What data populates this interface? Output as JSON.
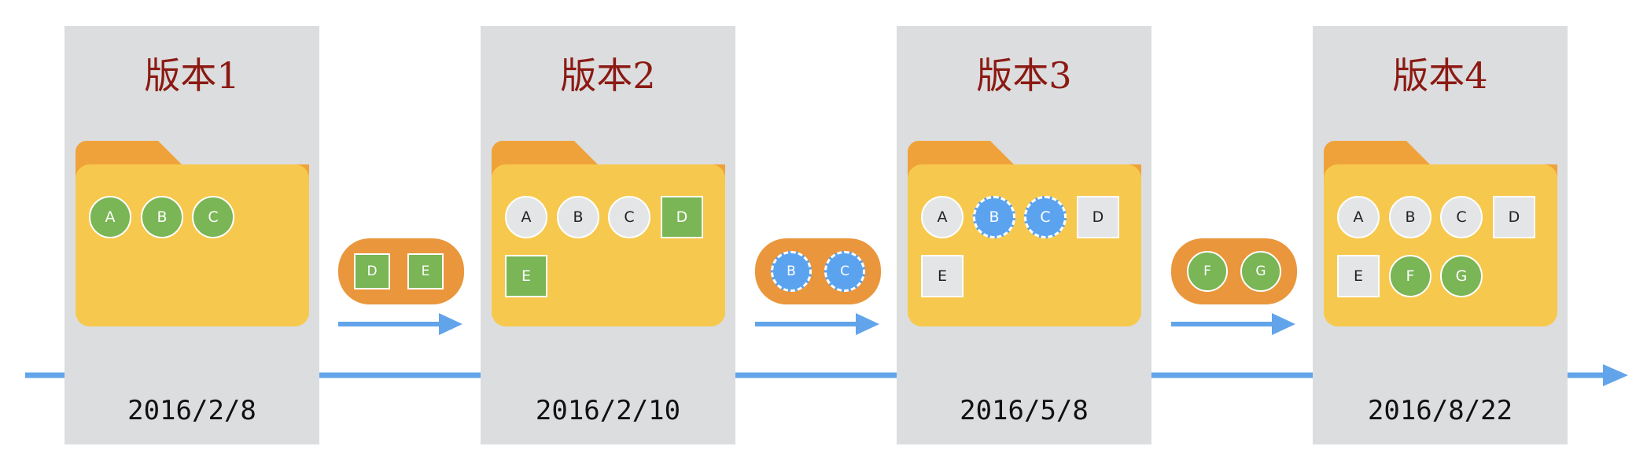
{
  "colors": {
    "column": "#dcdddf",
    "title": "#8b1a12",
    "folder_tab": "#f0a23a",
    "folder_body": "#f6c94e",
    "bubble": "#ea963c",
    "green": "#7ab556",
    "gray": "#e4e5e7",
    "blue": "#5ba3ee",
    "arrow": "#62a4ea"
  },
  "versions": [
    {
      "title": "版本1",
      "date": "2016/2/8",
      "items": [
        {
          "label": "A",
          "shape": "circle",
          "color": "green"
        },
        {
          "label": "B",
          "shape": "circle",
          "color": "green"
        },
        {
          "label": "C",
          "shape": "circle",
          "color": "green"
        }
      ]
    },
    {
      "title": "版本2",
      "date": "2016/2/10",
      "items": [
        {
          "label": "A",
          "shape": "circle",
          "color": "gray"
        },
        {
          "label": "B",
          "shape": "circle",
          "color": "gray"
        },
        {
          "label": "C",
          "shape": "circle",
          "color": "gray"
        },
        {
          "label": "D",
          "shape": "square",
          "color": "green"
        },
        {
          "label": "E",
          "shape": "square",
          "color": "green"
        }
      ]
    },
    {
      "title": "版本3",
      "date": "2016/5/8",
      "items": [
        {
          "label": "A",
          "shape": "circle",
          "color": "gray"
        },
        {
          "label": "B",
          "shape": "circle",
          "color": "blue"
        },
        {
          "label": "C",
          "shape": "circle",
          "color": "blue"
        },
        {
          "label": "D",
          "shape": "square",
          "color": "gray"
        },
        {
          "label": "E",
          "shape": "square",
          "color": "gray"
        }
      ]
    },
    {
      "title": "版本4",
      "date": "2016/8/22",
      "items": [
        {
          "label": "A",
          "shape": "circle",
          "color": "gray"
        },
        {
          "label": "B",
          "shape": "circle",
          "color": "gray"
        },
        {
          "label": "C",
          "shape": "circle",
          "color": "gray"
        },
        {
          "label": "D",
          "shape": "square",
          "color": "gray"
        },
        {
          "label": "E",
          "shape": "square",
          "color": "gray"
        },
        {
          "label": "F",
          "shape": "circle",
          "color": "green"
        },
        {
          "label": "G",
          "shape": "circle",
          "color": "green"
        }
      ]
    }
  ],
  "changes": [
    {
      "items": [
        {
          "label": "D",
          "shape": "square",
          "color": "green"
        },
        {
          "label": "E",
          "shape": "square",
          "color": "green"
        }
      ]
    },
    {
      "items": [
        {
          "label": "B",
          "shape": "circle",
          "color": "blue"
        },
        {
          "label": "C",
          "shape": "circle",
          "color": "blue"
        }
      ]
    },
    {
      "items": [
        {
          "label": "F",
          "shape": "circle",
          "color": "green"
        },
        {
          "label": "G",
          "shape": "circle",
          "color": "green"
        }
      ]
    }
  ]
}
